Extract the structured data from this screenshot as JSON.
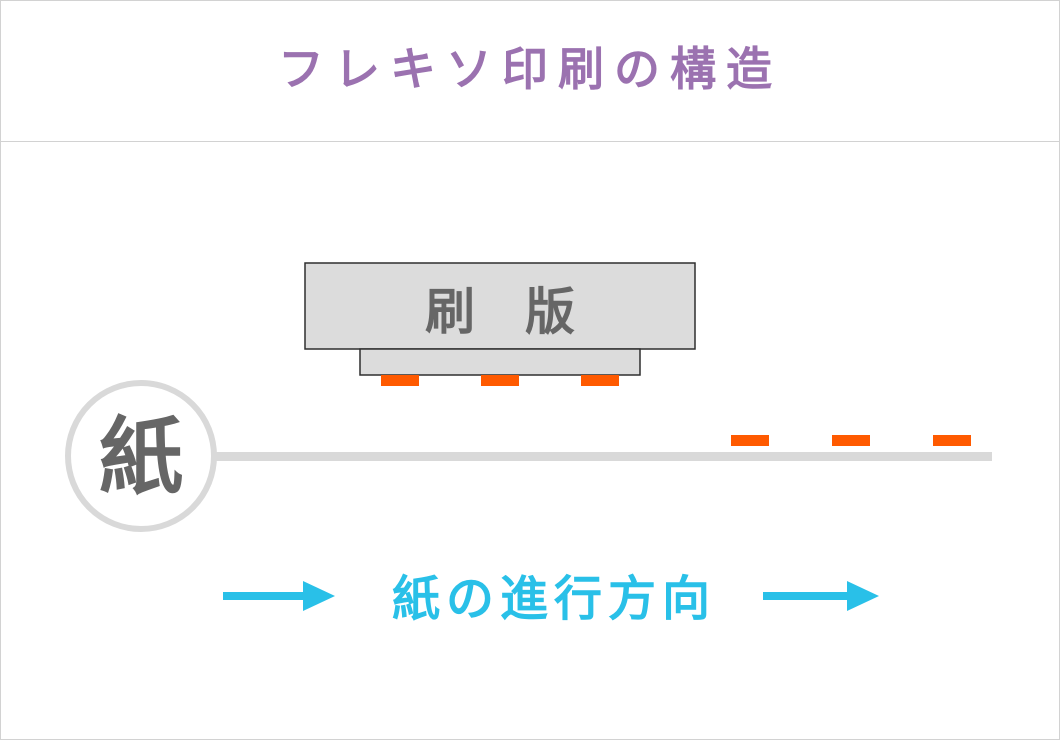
{
  "header": {
    "title": "フレキソ印刷の構造"
  },
  "diagram": {
    "plate_label": "刷　版",
    "paper_label": "紙",
    "direction_label": "紙の進行方向"
  },
  "colors": {
    "title": "#9b72b0",
    "plate_fill": "#dcdcdc",
    "plate_stroke": "#2e2e2e",
    "plate_text": "#666666",
    "ink": "#ff5a00",
    "paper_line": "#d9d9d9",
    "paper_text": "#666666",
    "direction": "#29c0e8"
  },
  "ink_marks": {
    "on_plate": 3,
    "on_paper": 3
  }
}
